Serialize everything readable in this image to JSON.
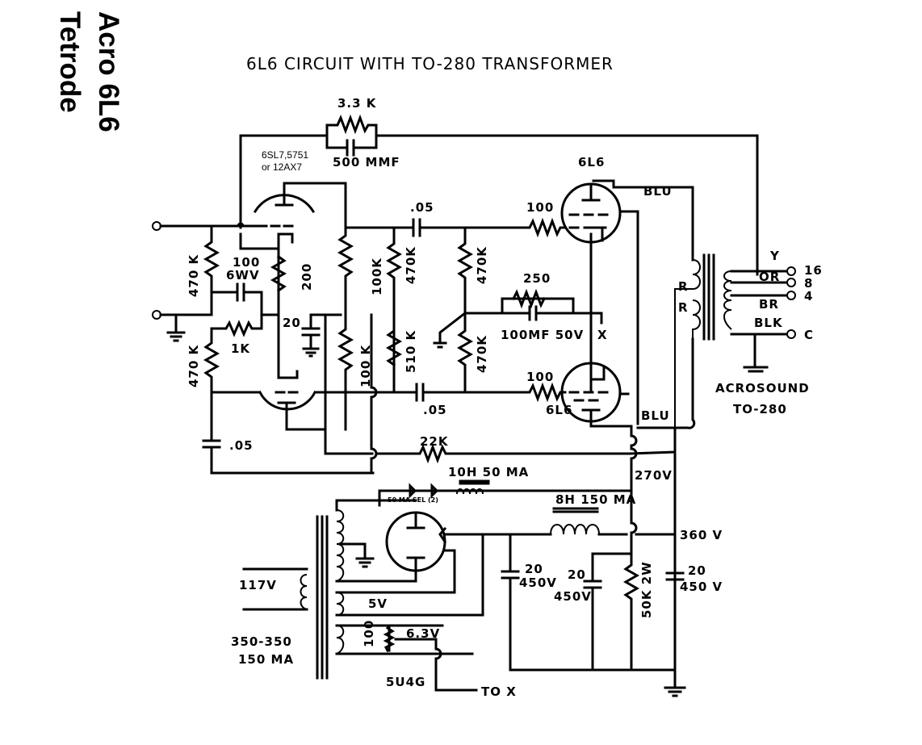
{
  "side_title": {
    "line1": "Acro 6L6",
    "line2": "Tetrode"
  },
  "title": "6L6 CIRCUIT WITH TO-280 TRANSFORMER",
  "feedback": {
    "resistor": "3.3 K",
    "capacitor": "500 MMF"
  },
  "preamp_tube": {
    "line1": "6SL7,5751",
    "line2": "or 12AX7"
  },
  "input_stage": {
    "r_grid_top": "470 K",
    "r_grid_bottom": "470 K",
    "cathode_cap_value": "100",
    "cathode_cap_voltage": "6WV",
    "r_cathode": "1K",
    "r_200": "200",
    "cap_20": "20",
    "plate_load_top": "100K",
    "plate_load_bottom": "100 K",
    "coupling_cap_bottom_left": ".05"
  },
  "driver_stage": {
    "coupling_top": ".05",
    "coupling_bottom": ".05",
    "r_470k_a": "470K",
    "r_510k": "510 K",
    "r_470k_b": "470K",
    "r_470k_c": "470K",
    "bias_resistor": "250",
    "bias_cap": "100MF 50V",
    "bias_point": "X",
    "grid_stopper_top": "100",
    "grid_stopper_bottom": "100",
    "r_22k": "22K"
  },
  "output_tubes": {
    "top": "6L6",
    "bottom": "6L6"
  },
  "output_transformer": {
    "lead_blu_top": "BLU",
    "lead_blu_bottom": "BLU",
    "lead_r_top": "R",
    "lead_r_bottom": "R",
    "secondary_y": "Y",
    "secondary_or": "OR",
    "secondary_br": "BR",
    "secondary_blk": "BLK",
    "taps": [
      "16",
      "8",
      "4",
      "C"
    ],
    "name_line1": "ACROSOUND",
    "name_line2": "TO-280"
  },
  "power_supply": {
    "b_plus_270": "270V",
    "b_plus_360": "360 V",
    "choke_small": "10H 50 MA",
    "choke_large": "8H 150 MA",
    "rectifier_sel": "50 MA SEL (2)",
    "mains": "117V",
    "winding_5v": "5V",
    "winding_63v": "6.3V",
    "hum_pot": "100",
    "pt_rating_line1": "350-350",
    "pt_rating_line2": "150 MA",
    "rectifier_tube": "5U4G",
    "to_x": "TO X",
    "filter_cap_1_value": "20",
    "filter_cap_1_voltage": "450V",
    "filter_cap_2_value": "20",
    "filter_cap_2_voltage": "450V",
    "bleeder": "50K 2W",
    "filter_cap_3_value": "20",
    "filter_cap_3_voltage": "450 V"
  }
}
